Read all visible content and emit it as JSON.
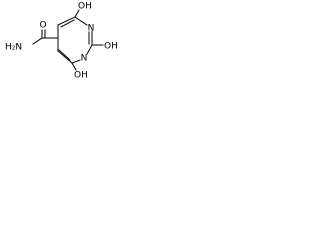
{
  "structure": {
    "atoms": {
      "oh_top": "OH",
      "oh_right": "OH",
      "oh_bottom": "OH",
      "n_upper": "N",
      "n_lower": "N",
      "o_carbonyl": "O",
      "nh2": "H₂N"
    },
    "colors": {
      "bond": "#000000",
      "label": "#000000",
      "background": "#ffffff"
    }
  }
}
